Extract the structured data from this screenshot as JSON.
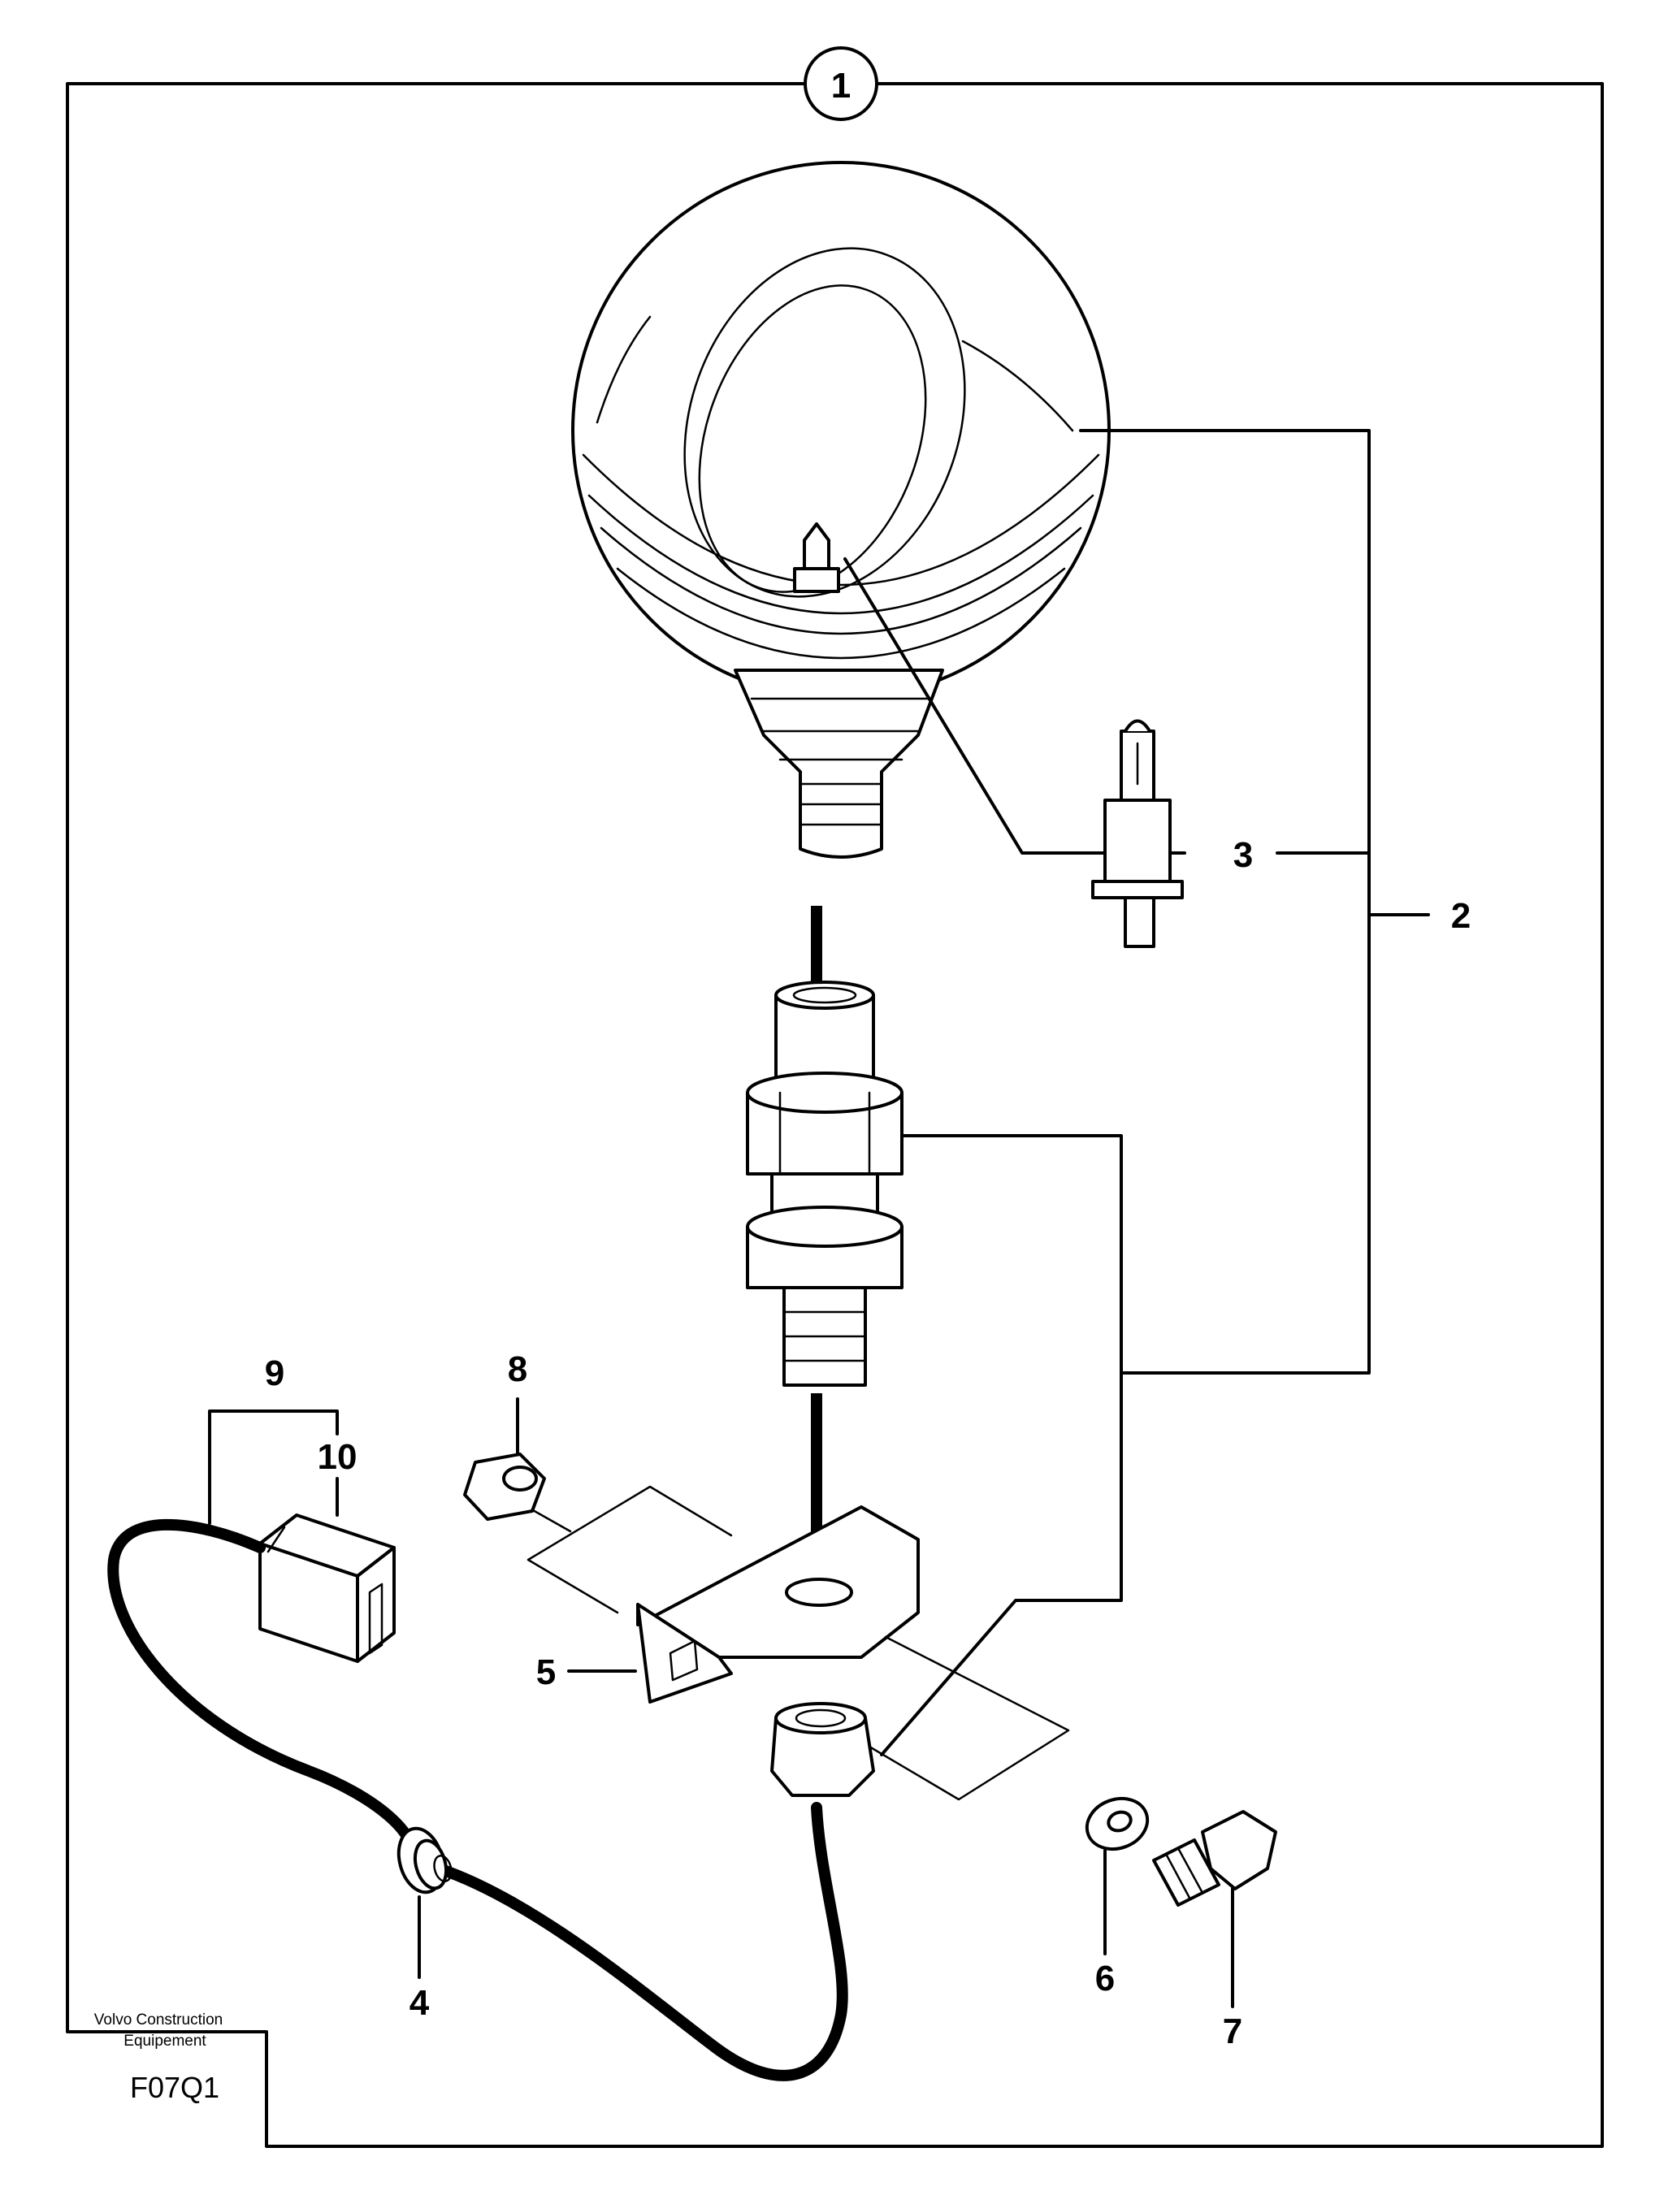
{
  "diagram": {
    "callouts": {
      "c1": "1",
      "c2": "2",
      "c3": "3",
      "c4": "4",
      "c5": "5",
      "c6": "6",
      "c7": "7",
      "c8": "8",
      "c9": "9",
      "c10": "10"
    },
    "footer": {
      "brand_line1": "Volvo Construction",
      "brand_line2": "Equipement",
      "figure_code": "F07Q1"
    }
  }
}
